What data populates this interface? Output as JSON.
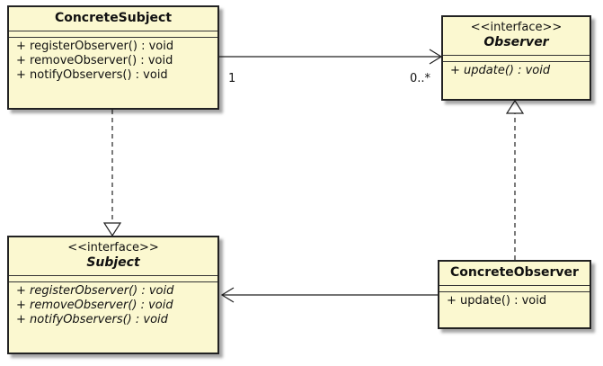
{
  "classes": {
    "concrete_subject": {
      "name": "ConcreteSubject",
      "operations": [
        "+ registerObserver() : void",
        "+ removeObserver() : void",
        "+ notifyObservers() : void"
      ]
    },
    "observer": {
      "stereotype": "<<interface>>",
      "name": "Observer",
      "operations": [
        "+ update() : void"
      ]
    },
    "subject": {
      "stereotype": "<<interface>>",
      "name": "Subject",
      "operations": [
        "+ registerObserver() : void",
        "+ removeObserver() : void",
        "+ notifyObservers() : void"
      ]
    },
    "concrete_observer": {
      "name": "ConcreteObserver",
      "operations": [
        "+ update() : void"
      ]
    }
  },
  "association": {
    "source_multiplicity": "1",
    "target_multiplicity": "0..*"
  },
  "colors": {
    "class_fill": "#fbf8d0",
    "line": "#222222"
  }
}
